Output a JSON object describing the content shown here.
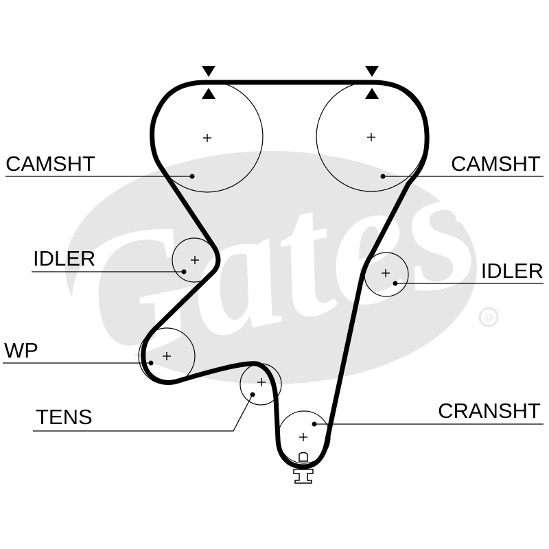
{
  "watermark": {
    "brand": "Gates",
    "registered_mark": "®",
    "ellipse_color": "#e6e6e6"
  },
  "labels": {
    "camshaft_left": "CAMSHT",
    "camshaft_right": "CAMSHT",
    "idler_left": "IDLER",
    "idler_right": "IDLER",
    "water_pump": "WP",
    "tensioner": "TENS",
    "crankshaft": "CRANSHT"
  },
  "colors": {
    "ink": "#000000",
    "background": "#ffffff"
  }
}
